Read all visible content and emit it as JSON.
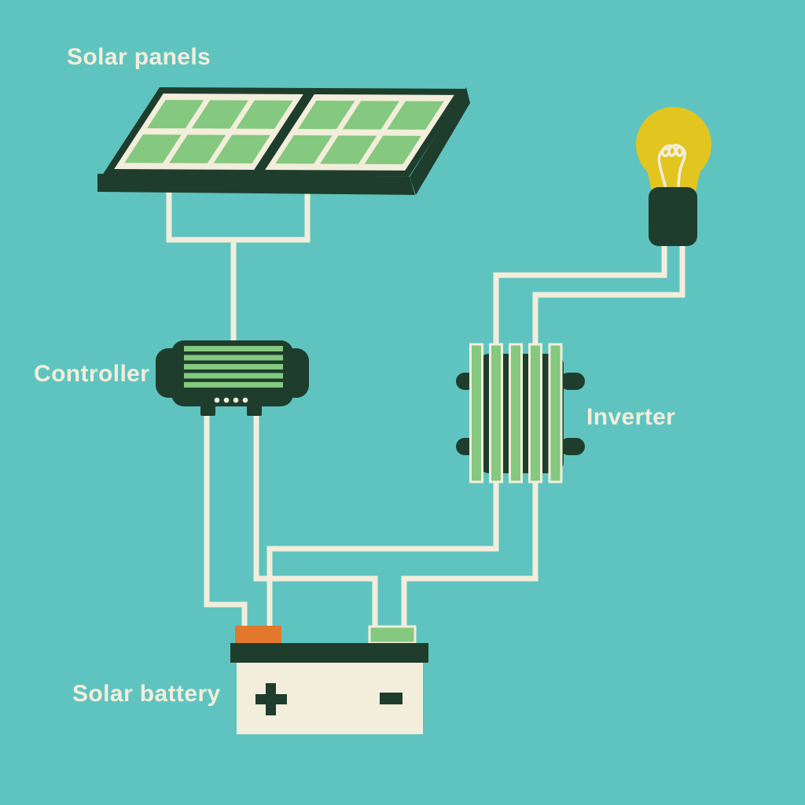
{
  "labels": {
    "solar_panels": "Solar panels",
    "controller": "Controller",
    "inverter": "Inverter",
    "solar_battery": "Solar battery"
  },
  "battery": {
    "positive_symbol": "+",
    "negative_symbol": "-",
    "positive_terminal_color": "#e2782c",
    "negative_terminal_color": "#85c87f"
  },
  "colors": {
    "background": "#5fc4c0",
    "dark_green": "#1f3d2c",
    "light_green": "#85c87f",
    "cream": "#f2eedb",
    "orange": "#e2782c",
    "yellow": "#e3c51f"
  },
  "connections": [
    {
      "from": "solar-panels",
      "to": "controller"
    },
    {
      "from": "controller",
      "to": "battery-positive-terminal"
    },
    {
      "from": "controller",
      "to": "battery-negative-terminal"
    },
    {
      "from": "battery-positive-terminal",
      "to": "inverter"
    },
    {
      "from": "battery-negative-terminal",
      "to": "inverter"
    },
    {
      "from": "inverter",
      "to": "light-bulb",
      "side": "left"
    },
    {
      "from": "inverter",
      "to": "light-bulb",
      "side": "right"
    }
  ]
}
